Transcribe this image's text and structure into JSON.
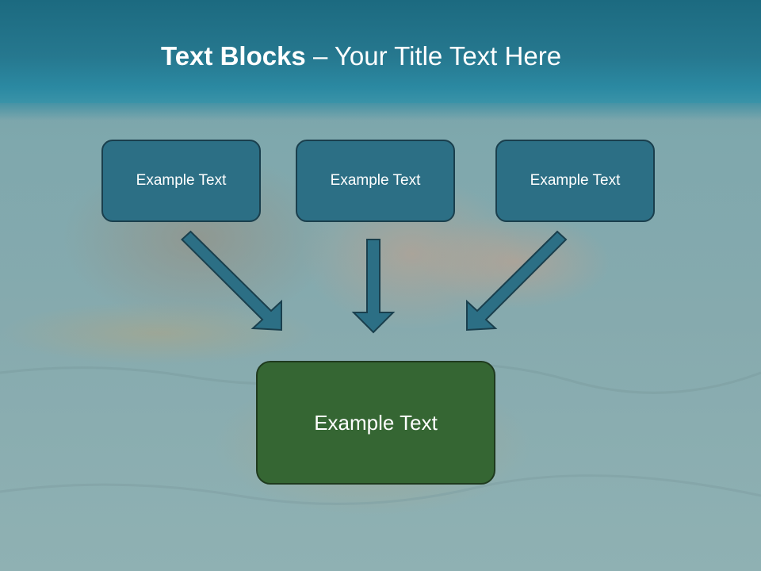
{
  "title": {
    "bold": "Text Blocks",
    "separator": " – ",
    "rest": "Your Title Text Here"
  },
  "blocks": [
    {
      "label": "Example Text"
    },
    {
      "label": "Example Text"
    },
    {
      "label": "Example Text"
    }
  ],
  "main_block": {
    "label": "Example Text"
  },
  "colors": {
    "title_band": "#26788f",
    "block_fill": "#2c6f85",
    "block_border": "#1a3f4d",
    "main_fill": "#356633",
    "arrow_fill": "#2c6f85"
  }
}
